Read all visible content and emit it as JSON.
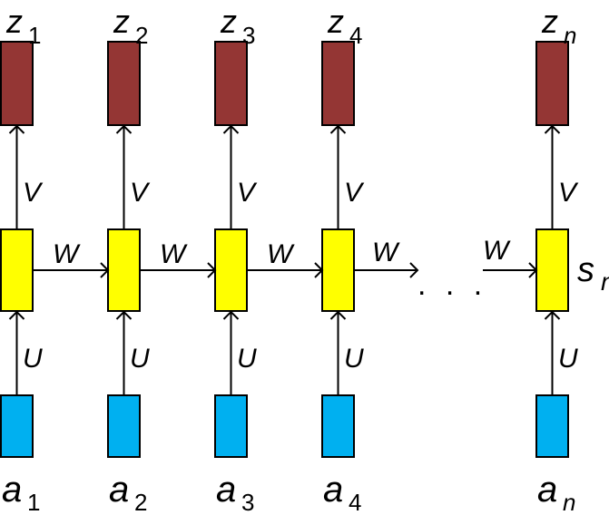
{
  "diagram": {
    "title": "Unrolled recurrent neural network",
    "colors": {
      "output": "#943634",
      "hidden": "#ffff00",
      "input": "#00b0f0",
      "stroke": "#000000"
    },
    "weights": {
      "input_to_hidden": "U",
      "hidden_to_hidden": "W",
      "hidden_to_output": "V"
    },
    "ellipsis": ". . .",
    "columns": [
      {
        "output": {
          "base": "z",
          "sub": "1"
        },
        "input": {
          "base": "a",
          "sub": "1"
        },
        "state": null
      },
      {
        "output": {
          "base": "z",
          "sub": "2"
        },
        "input": {
          "base": "a",
          "sub": "2"
        },
        "state": null
      },
      {
        "output": {
          "base": "z",
          "sub": "3"
        },
        "input": {
          "base": "a",
          "sub": "3"
        },
        "state": null
      },
      {
        "output": {
          "base": "z",
          "sub": "4"
        },
        "input": {
          "base": "a",
          "sub": "4"
        },
        "state": null
      },
      {
        "output": {
          "base": "z",
          "sub": "n"
        },
        "input": {
          "base": "a",
          "sub": "n"
        },
        "state": {
          "base": "s",
          "sub": "n"
        }
      }
    ]
  }
}
